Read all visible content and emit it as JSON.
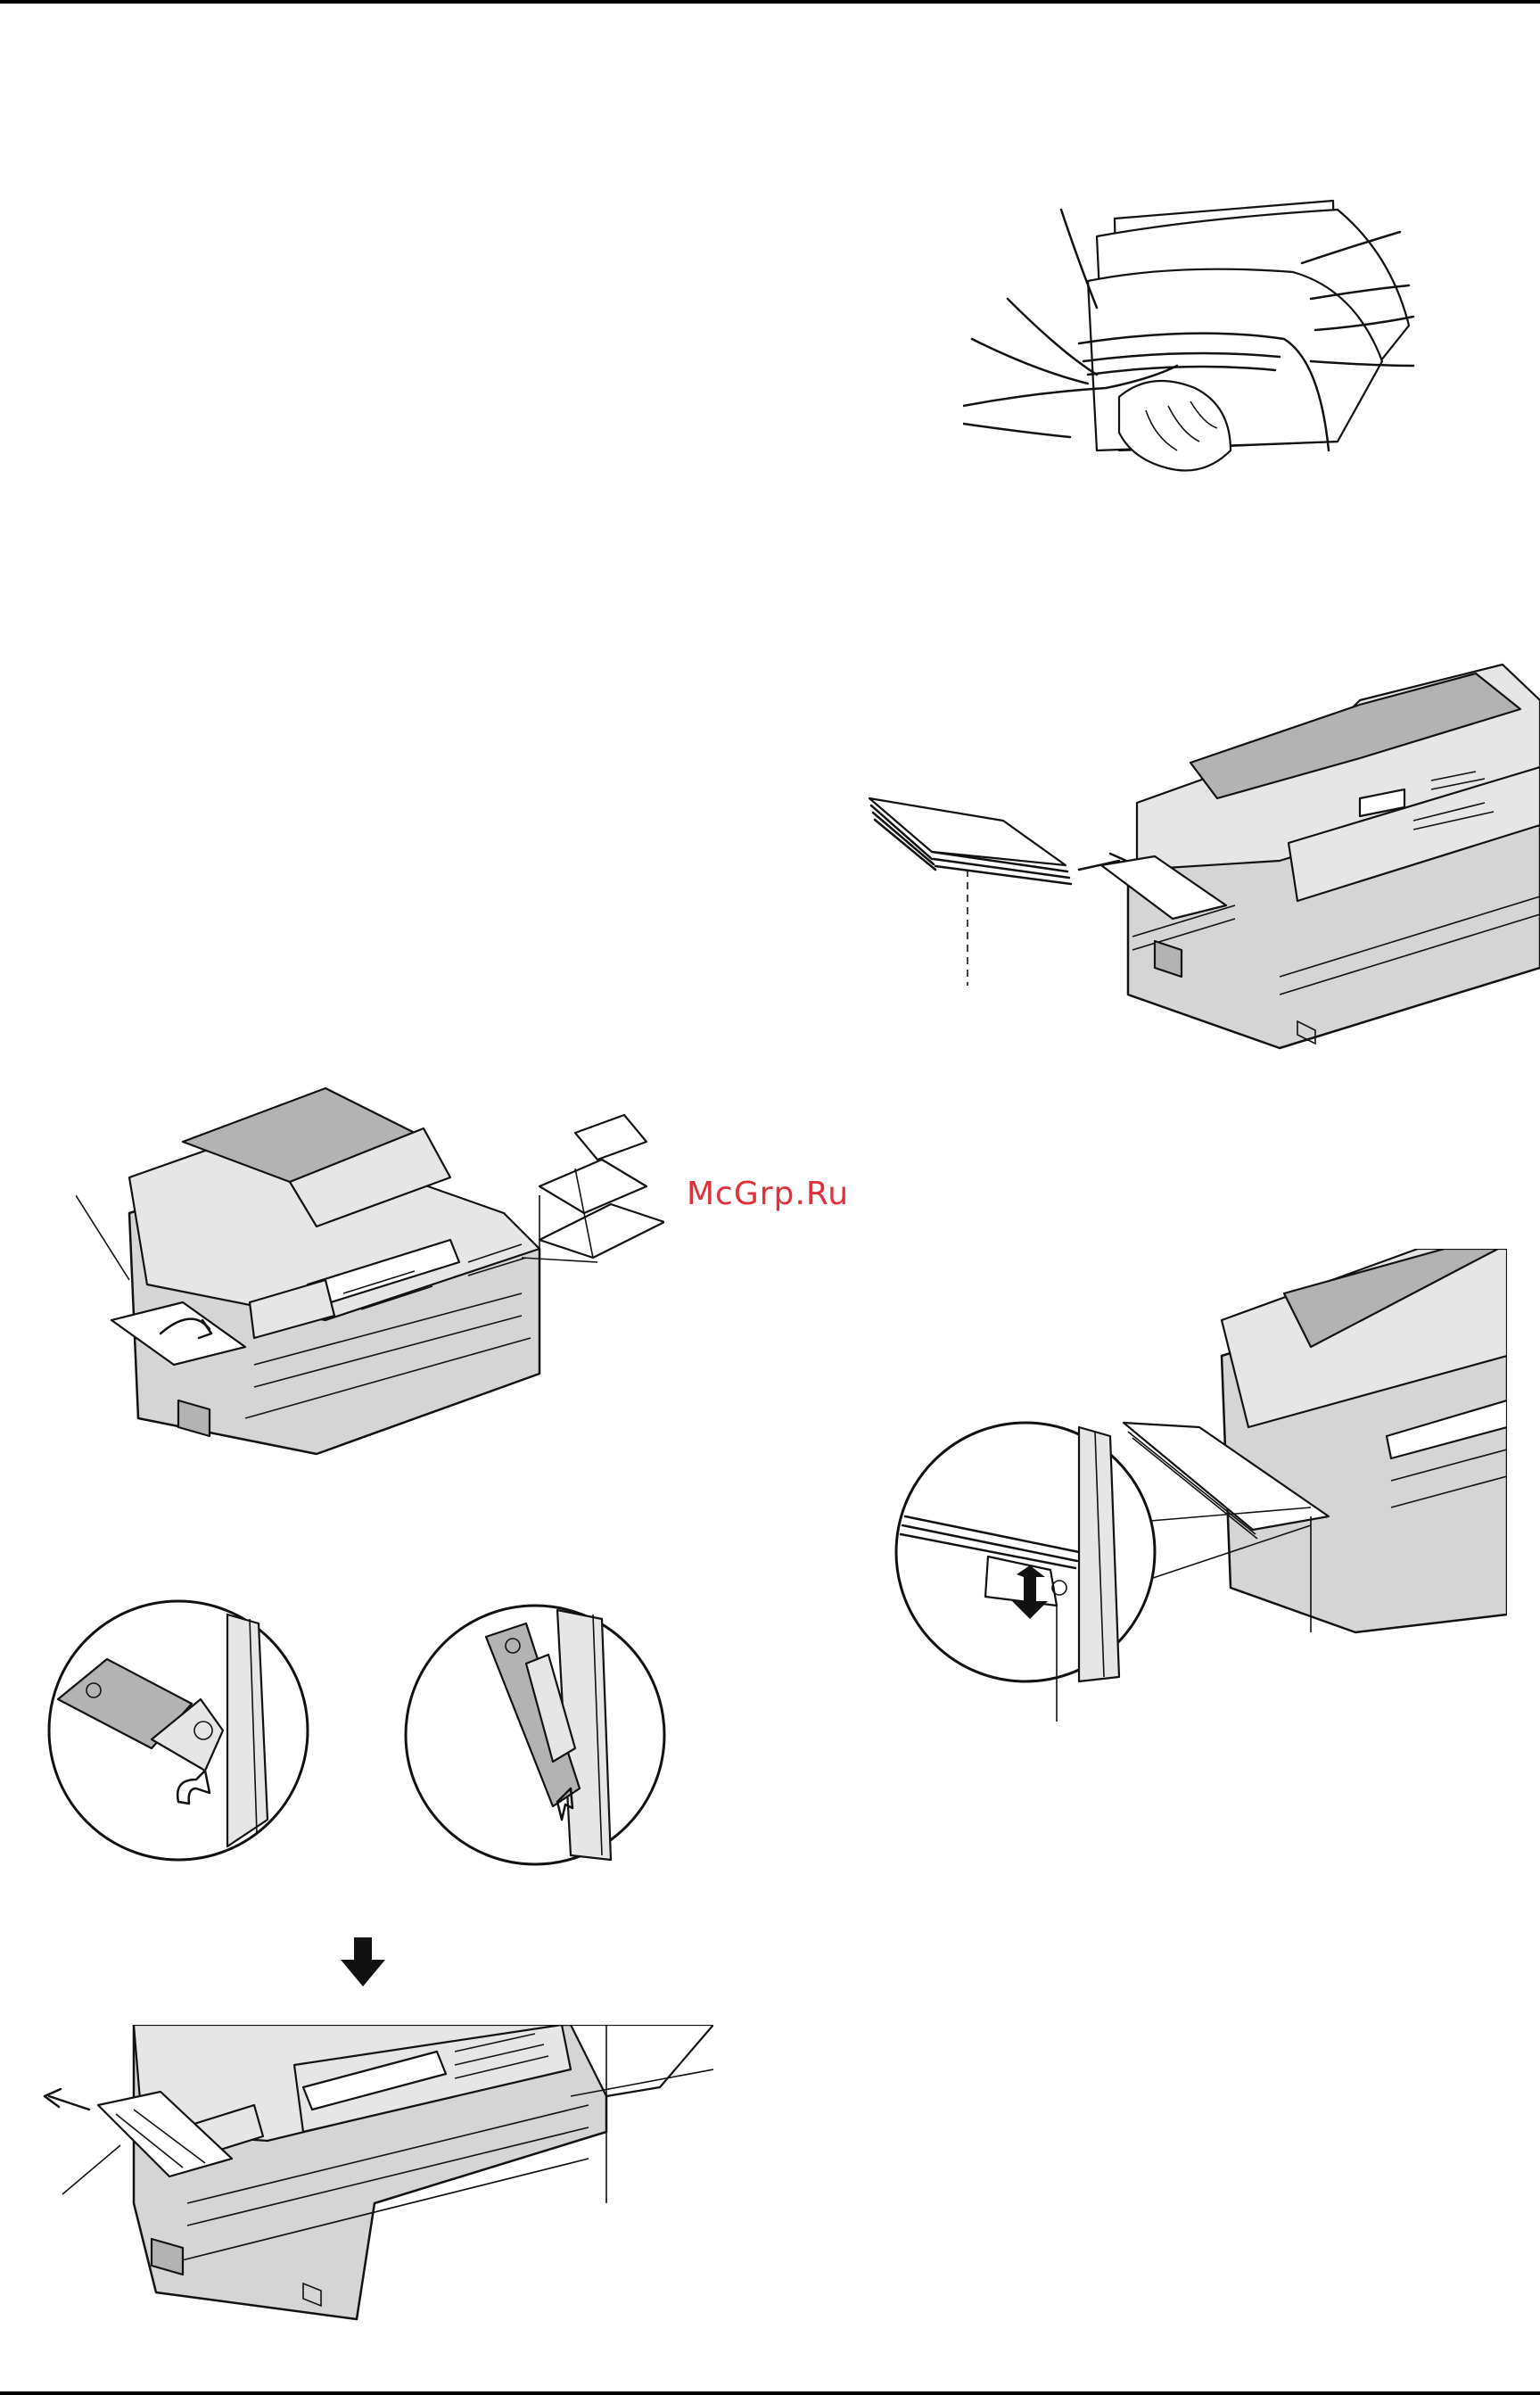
{
  "watermark": {
    "text": "McGrp.Ru",
    "color": "#e0303a"
  },
  "figures": [
    {
      "id": "fanning-paper",
      "icon": "hand-fanning-paper-stack"
    },
    {
      "id": "insert-envelopes",
      "icon": "envelope-stack-insertion"
    },
    {
      "id": "fax-with-tray",
      "icon": "fax-machine-manual-tray"
    },
    {
      "id": "tray-detail-left",
      "icon": "tray-lever-closeup"
    },
    {
      "id": "tray-detail-right",
      "icon": "tray-lever-closeup-rotated"
    },
    {
      "id": "down-arrow",
      "icon": "down-arrow-icon"
    },
    {
      "id": "tray-extension",
      "icon": "fax-machine-tray-extension"
    },
    {
      "id": "paper-guide-adjust",
      "icon": "paper-guide-closeup"
    }
  ]
}
